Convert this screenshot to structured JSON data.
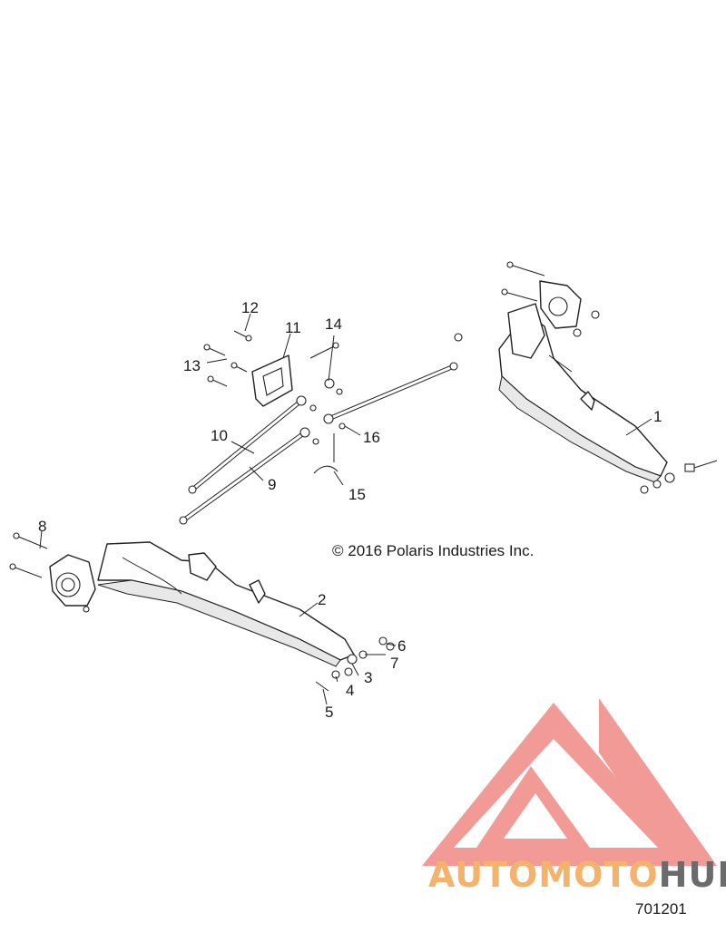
{
  "diagram": {
    "callouts": [
      "1",
      "2",
      "3",
      "4",
      "5",
      "6",
      "7",
      "8",
      "9",
      "10",
      "11",
      "12",
      "13",
      "14",
      "15",
      "16"
    ],
    "copyright": "© 2016 Polaris Industries Inc.",
    "figure_number": "701201"
  },
  "watermark": {
    "brand_part1": "AUTOMOTO",
    "brand_part2": "HUB",
    "colors": {
      "logo": "#f08a84",
      "text_orange": "#f5b26b",
      "text_gray": "#6b6b6b"
    }
  }
}
